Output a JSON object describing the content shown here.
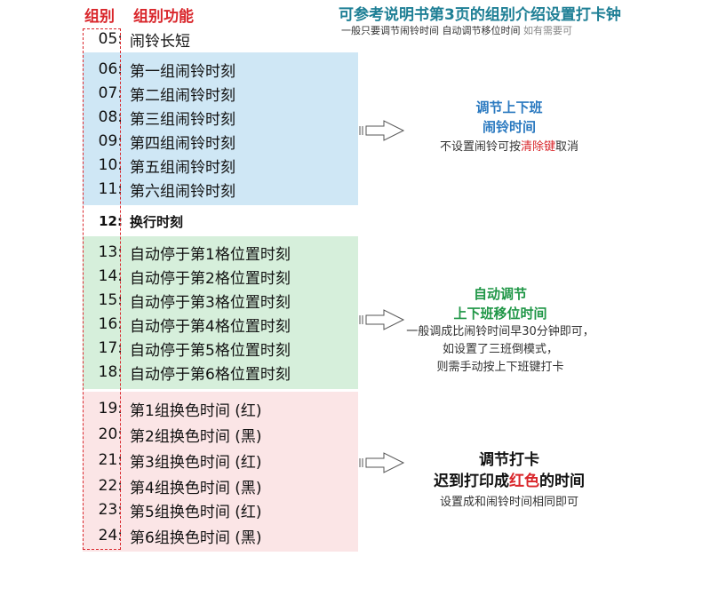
{
  "header": {
    "col1": "组别",
    "col2": "组别功能",
    "title": "可参考说明书第3页的组别介绍设置打卡钟",
    "subtitle": "一般只要调节闹铃时间 自动调节移位时间",
    "subtitle_tail": "如有需要可"
  },
  "rows": [
    {
      "num": "05:",
      "label": "闹铃长短"
    },
    {
      "num": "06:",
      "label": "第一组闹铃时刻"
    },
    {
      "num": "07:",
      "label": "第二组闹铃时刻"
    },
    {
      "num": "08:",
      "label": "第三组闹铃时刻"
    },
    {
      "num": "09:",
      "label": "第四组闹铃时刻"
    },
    {
      "num": "10:",
      "label": "第五组闹铃时刻"
    },
    {
      "num": "11:",
      "label": "第六组闹铃时刻"
    },
    {
      "num": "12:",
      "label": "换行时刻"
    },
    {
      "num": "13:",
      "label": "自动停于第1格位置时刻"
    },
    {
      "num": "14:",
      "label": "自动停于第2格位置时刻"
    },
    {
      "num": "15:",
      "label": "自动停于第3格位置时刻"
    },
    {
      "num": "16:",
      "label": "自动停于第4格位置时刻"
    },
    {
      "num": "17:",
      "label": "自动停于第5格位置时刻"
    },
    {
      "num": "18:",
      "label": "自动停于第6格位置时刻"
    },
    {
      "num": "19:",
      "label": "第1组换色时间 (红)"
    },
    {
      "num": "20:",
      "label": "第2组换色时间 (黑)"
    },
    {
      "num": "21:",
      "label": "第3组换色时间 (红)"
    },
    {
      "num": "22:",
      "label": "第4组换色时间 (黑)"
    },
    {
      "num": "23:",
      "label": "第5组换色时间 (红)"
    },
    {
      "num": "24:",
      "label": "第6组换色时间 (黑)"
    }
  ],
  "notes": {
    "alarm": {
      "title_line1": "调节上下班",
      "title_line2": "闹铃时间",
      "desc_pre": "不设置闹铃可按",
      "desc_highlight": "清除键",
      "desc_post": "取消"
    },
    "shift": {
      "title_line1": "自动调节",
      "title_line2": "上下班移位时间",
      "desc_line1": "一般调成比闹铃时间早30分钟即可，",
      "desc_line2": "如设置了三班倒模式，",
      "desc_line3": "则需手动按上下班键打卡"
    },
    "color": {
      "title_line1": "调节打卡",
      "title_line2_pre": "迟到打印成",
      "title_line2_red": "红色",
      "title_line2_post": "的时间",
      "desc": "设置成和闹铃时间相同即可"
    }
  },
  "icons": {
    "arrow": "double-line-right-arrow-icon"
  },
  "colors": {
    "red": "#d9262b",
    "blue": "#2a79c0",
    "green": "#1f9646",
    "teal": "#1e7f95"
  }
}
